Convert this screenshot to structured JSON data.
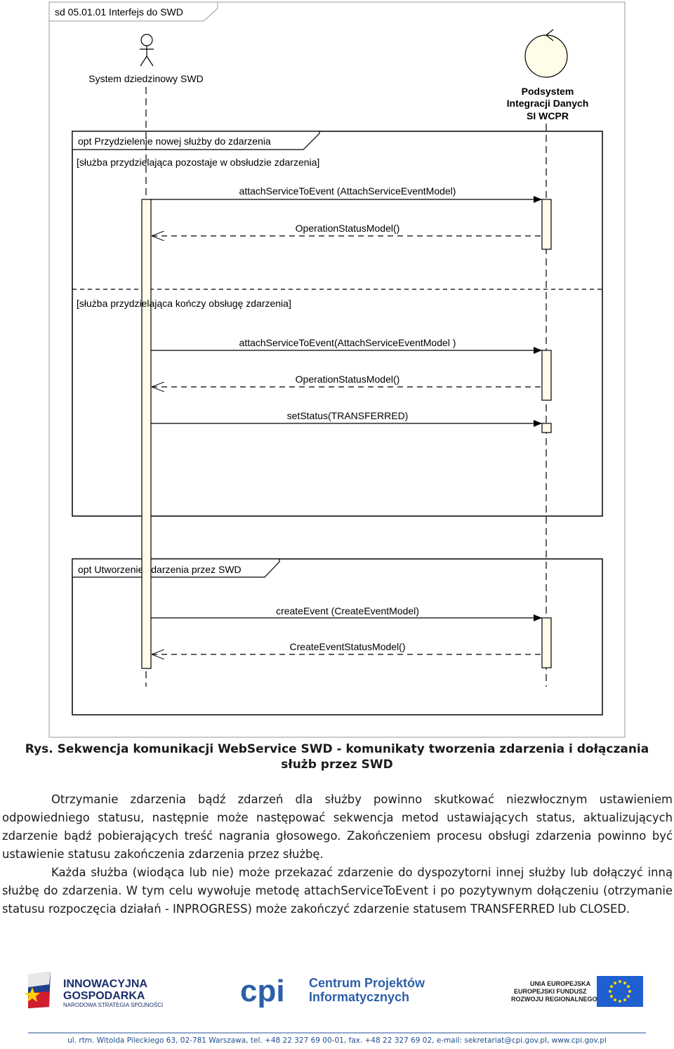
{
  "diagram": {
    "frame_title": "sd 05.01.01 Interfejs do SWD",
    "actor_label": "System dziedzinowy SWD",
    "subsystem_label_line1": "Podsystem",
    "subsystem_label_line2": "Integracji Danych",
    "subsystem_label_line3": "SI WCPR",
    "fragment1": {
      "title": "opt Przydzielenie nowej służby do zdarzenia",
      "guard1": "[służba przydzielająca pozostaje w obsłudzie zdarzenia]",
      "msg1": "attachServiceToEvent (AttachServiceEventModel)",
      "ret1": "OperationStatusModel()",
      "guard2": "[służba przydzielająca kończy obsługę zdarzenia]",
      "msg2": "attachServiceToEvent(AttachServiceEventModel )",
      "ret2": "OperationStatusModel()",
      "msg3": "setStatus(TRANSFERRED)"
    },
    "fragment2": {
      "title": "opt Utworzenie zdarzenia przez SWD",
      "msg1": "createEvent (CreateEventModel)",
      "ret1": "CreateEventStatusModel()"
    }
  },
  "caption": {
    "line1": "Rys. Sekwencja komunikacji WebService SWD - komunikaty tworzenia zdarzenia i dołączania",
    "line2": "służb przez SWD"
  },
  "paragraphs": [
    "Otrzymanie zdarzenia bądź zdarzeń dla służby powinno skutkować niezwłocznym ustawieniem odpowiedniego statusu, następnie może następować sekwencja metod ustawiających status, aktualizujących zdarzenie bądź pobierających treść nagrania głosowego. Zakończeniem procesu obsługi zdarzenia powinno być ustawienie statusu zakończenia zdarzenia przez służbę.",
    "Każda służba (wiodąca lub nie)  może przekazać zdarzenie do dyspozytorni innej służby lub dołączyć inną służbę do zdarzenia. W tym celu wywołuje metodę attachServiceToEvent i po pozytywnym dołączeniu (otrzymanie statusu rozpoczęcia działań - INPROGRESS)  może zakończyć zdarzenie statusem TRANSFERRED lub CLOSED."
  ],
  "logos": {
    "logo1_line1": "INNOWACYJNA",
    "logo1_line2": "GOSPODARKA",
    "logo1_line3": "NARODOWA STRATEGIA SPÓJNOŚCI",
    "logo2_mark": "cpi",
    "logo2_line1": "Centrum Projektów",
    "logo2_line2": "Informatycznych",
    "logo3_line1": "UNIA EUROPEJSKA",
    "logo3_line2": "EUROPEJSKI FUNDUSZ",
    "logo3_line3": "ROZWOJU REGIONALNEGO"
  },
  "footer": "ul. rtm. Witolda Pileckiego 63, 02-781 Warszawa, tel. +48 22 327 69 00-01, fax. +48 22 327 69 02, e-mail: sekretariat@cpi.gov.pl, www.cpi.gov.pl",
  "colors": {
    "lifeline_fill": "#fffde8",
    "eu_blue": "#1f5fd0",
    "eu_star": "#ffd600",
    "cpi_blue": "#2d5fa8",
    "footer_blue": "#1f4e8c"
  }
}
